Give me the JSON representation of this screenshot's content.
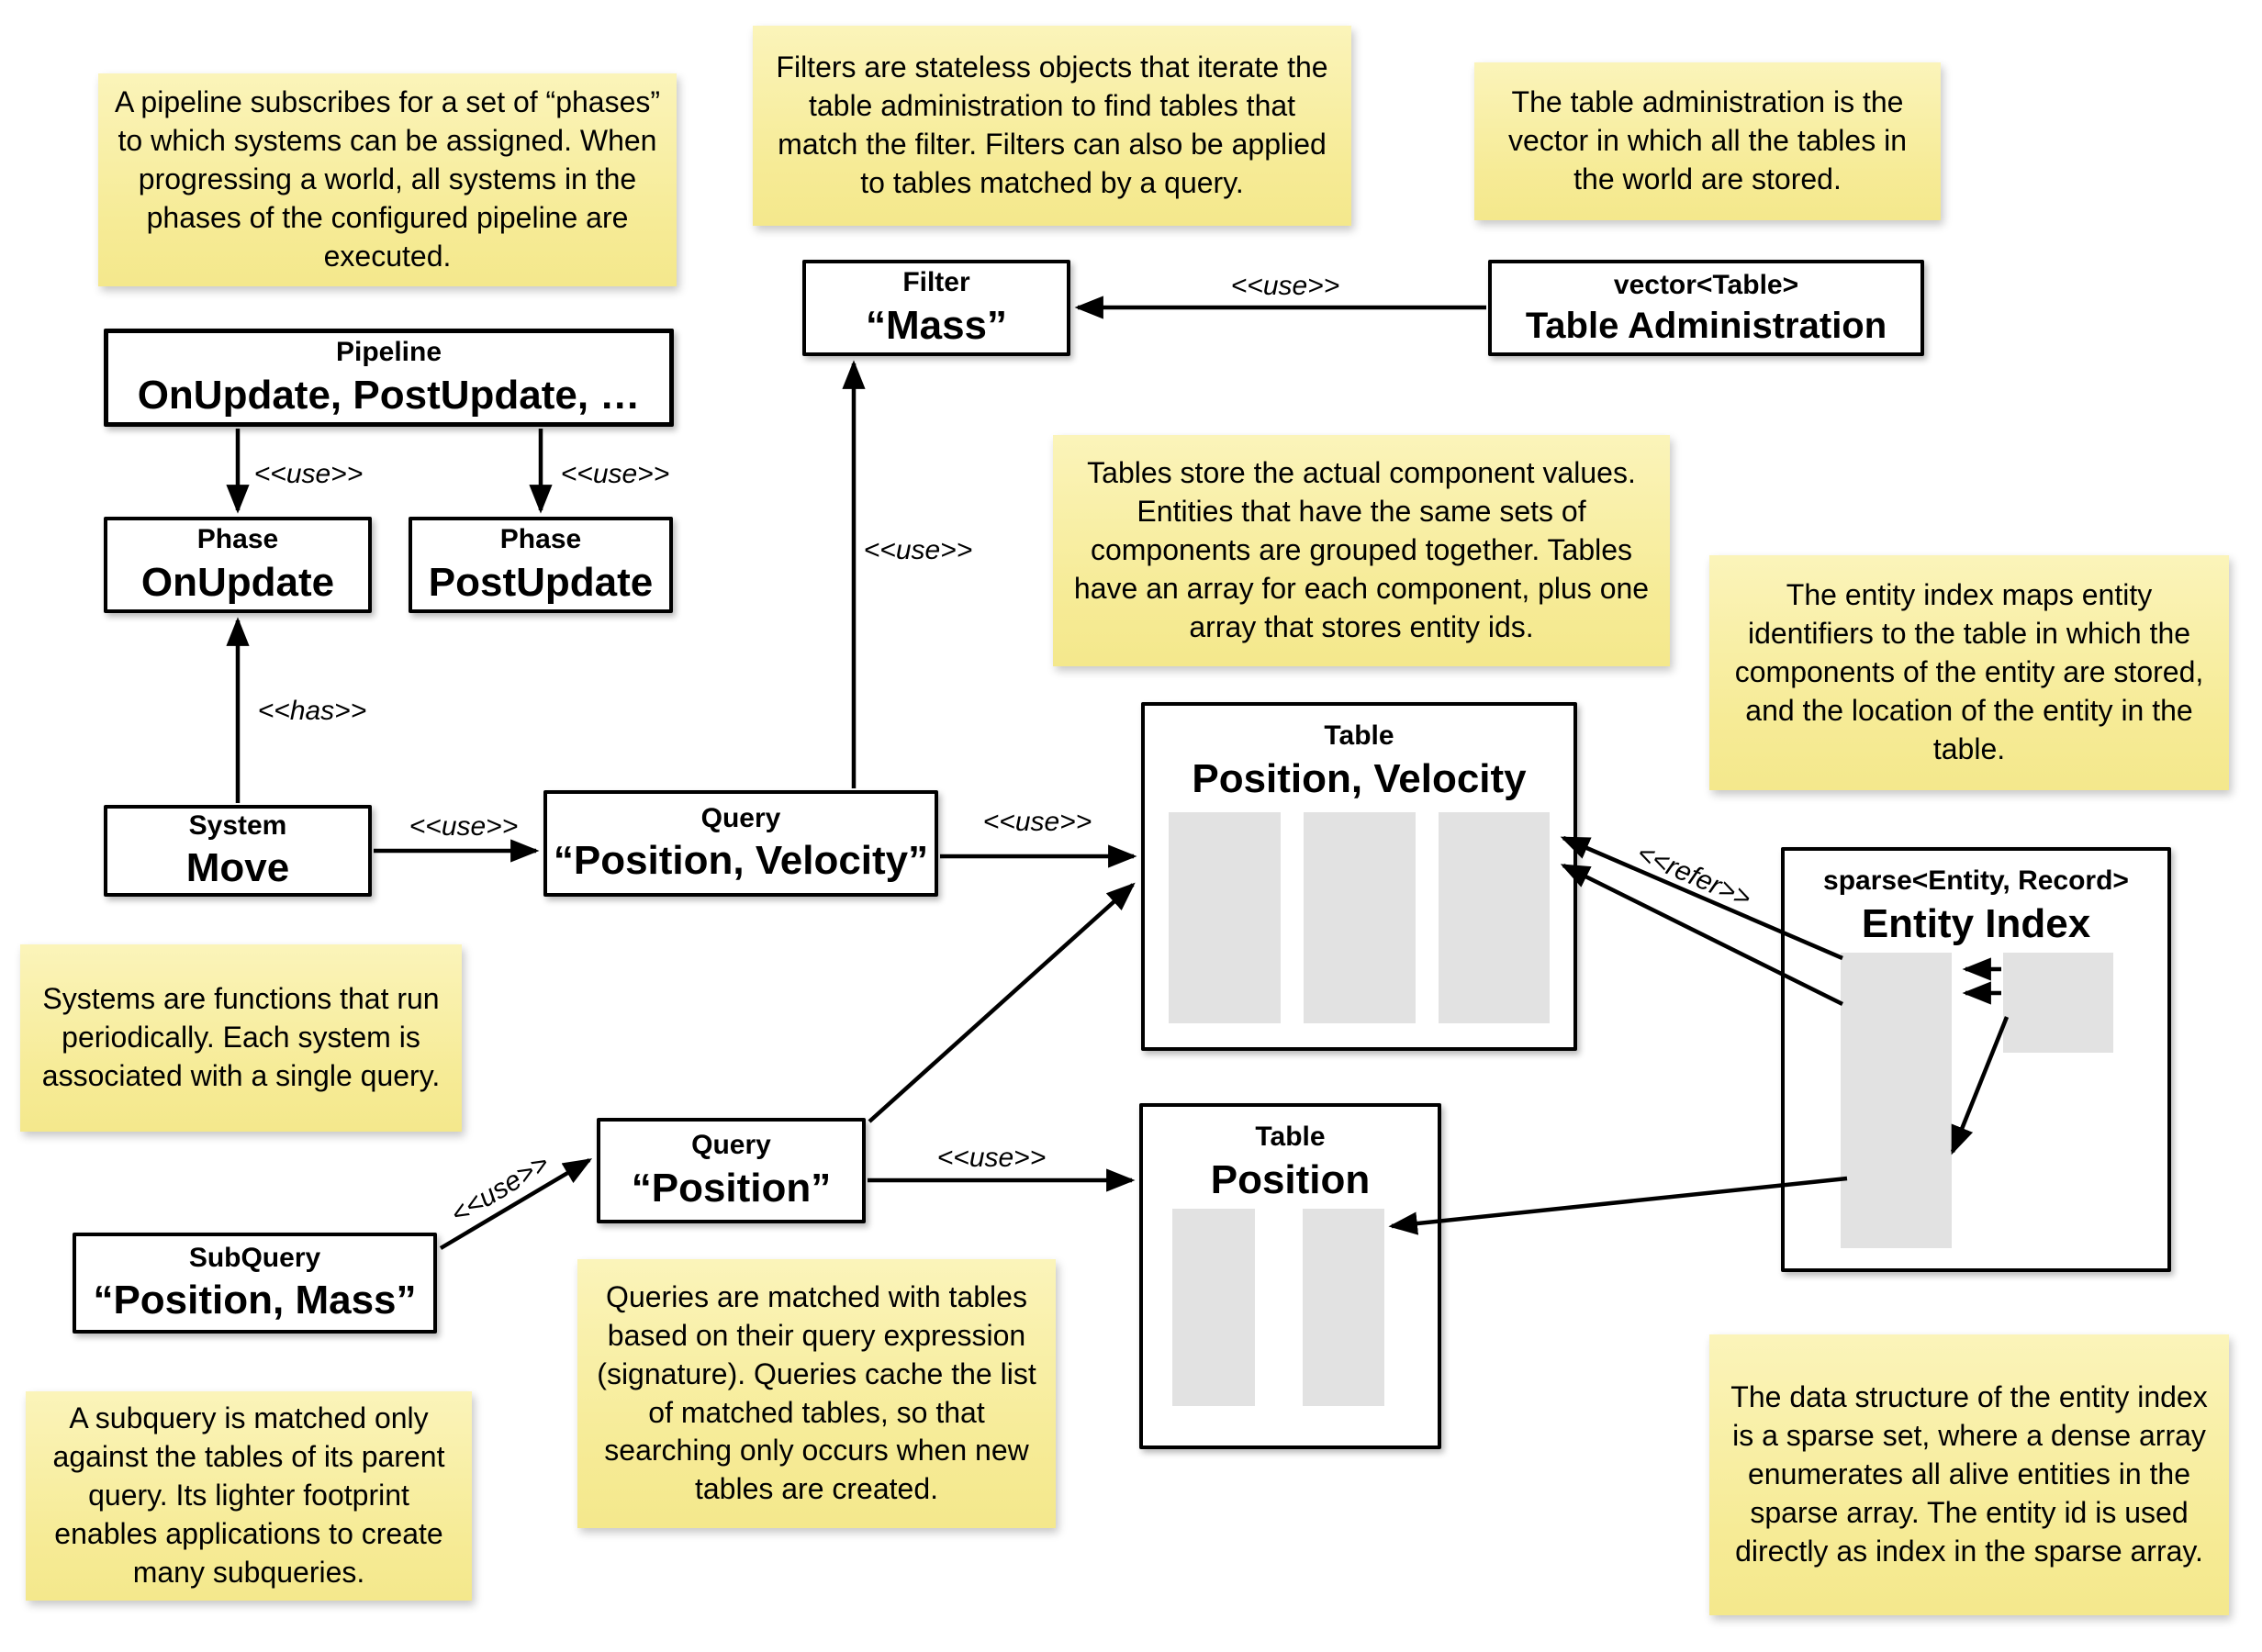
{
  "colors": {
    "background": "#ffffff",
    "note_fill_top": "#fbf4ba",
    "note_fill_bottom": "#f4e88c",
    "box_fill": "#ffffff",
    "box_border": "#000000",
    "array_bar_fill": "#e2e2e2",
    "arrow": "#000000",
    "text": "#000000"
  },
  "notes": {
    "pipeline": "A pipeline subscribes for a set of “phases” to which systems can be assigned. When progressing a world, all systems in the phases of the configured pipeline are executed.",
    "filters": "Filters are stateless objects that iterate the table administration to find tables that match the filter. Filters can also be applied to tables matched by a query.",
    "table_admin": "The table administration is the vector in which all the tables in the world are stored.",
    "tables": "Tables store the actual component values. Entities that have the same sets of components are grouped together. Tables have an array for each component, plus one array that stores entity ids.",
    "entity_index": "The entity index maps entity identifiers to the table in which the components of the entity are stored, and the location of the entity in the table.",
    "systems": "Systems are functions that run periodically. Each system is associated with a single query.",
    "queries": "Queries are matched with tables based on their query expression (signature). Queries cache the list of matched tables, so that searching only occurs when new tables are created.",
    "subquery": "A subquery is matched only against the tables of its parent query. Its lighter footprint enables applications to create many subqueries.",
    "sparse_set": "The data structure of the entity index is a sparse set, where a dense array enumerates all alive entities in the sparse array. The entity id is used directly as index in the sparse array."
  },
  "boxes": {
    "pipeline": {
      "stereotype": "Pipeline",
      "name": "OnUpdate, PostUpdate, …"
    },
    "phase_onupdate": {
      "stereotype": "Phase",
      "name": "OnUpdate"
    },
    "phase_postupdate": {
      "stereotype": "Phase",
      "name": "PostUpdate"
    },
    "system_move": {
      "stereotype": "System",
      "name": "Move"
    },
    "query_position_velocity": {
      "stereotype": "Query",
      "name": "“Position, Velocity”"
    },
    "filter_mass": {
      "stereotype": "Filter",
      "name": "“Mass”"
    },
    "table_administration": {
      "stereotype": "vector<Table>",
      "name": "Table Administration"
    },
    "table_position_velocity": {
      "stereotype": "Table",
      "name": "Position, Velocity"
    },
    "table_position": {
      "stereotype": "Table",
      "name": "Position"
    },
    "entity_index": {
      "stereotype": "sparse<Entity, Record>",
      "name": "Entity Index"
    },
    "query_position": {
      "stereotype": "Query",
      "name": "“Position”"
    },
    "subquery": {
      "stereotype": "SubQuery",
      "name": "“Position, Mass”"
    }
  },
  "edges": {
    "pipeline_to_phase_onupdate": "<<use>>",
    "pipeline_to_phase_postupdate": "<<use>>",
    "system_to_phase": "<<has>>",
    "system_to_query": "<<use>>",
    "query_pv_to_filter": "<<use>>",
    "admin_to_filter": "<<use>>",
    "query_pv_to_table_pv": "<<use>>",
    "query_pos_to_table_pos": "<<use>>",
    "subquery_to_query_pos": "<<use>>",
    "entity_index_to_table_pv": "<<refer>>"
  }
}
